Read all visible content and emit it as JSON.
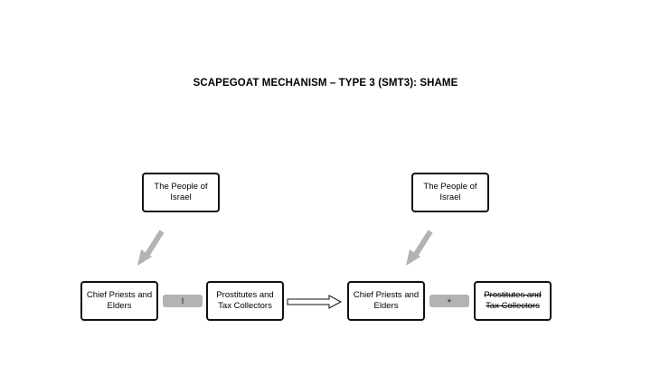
{
  "title": "SCAPEGOAT MECHANISM – TYPE 3 (SMT3): SHAME",
  "left": {
    "people": {
      "line1": "The People of",
      "line2": "Israel"
    },
    "priests": {
      "line1": "Chief Priests and",
      "line2": "Elders"
    },
    "operator": "I",
    "victims": {
      "line1": "Prostitutes and",
      "line2": "Tax Collectors"
    }
  },
  "right": {
    "people": {
      "line1": "The People of",
      "line2": "Israel"
    },
    "priests": {
      "line1": "Chief Priests and",
      "line2": "Elders"
    },
    "operator": "+",
    "victims": {
      "line1": "Prostitutes and",
      "line2": "Tax Collectors"
    }
  },
  "colors": {
    "border": "#111111",
    "operator_fill": "#b3b3b3",
    "arrow_fill": "#b3b3b3"
  }
}
